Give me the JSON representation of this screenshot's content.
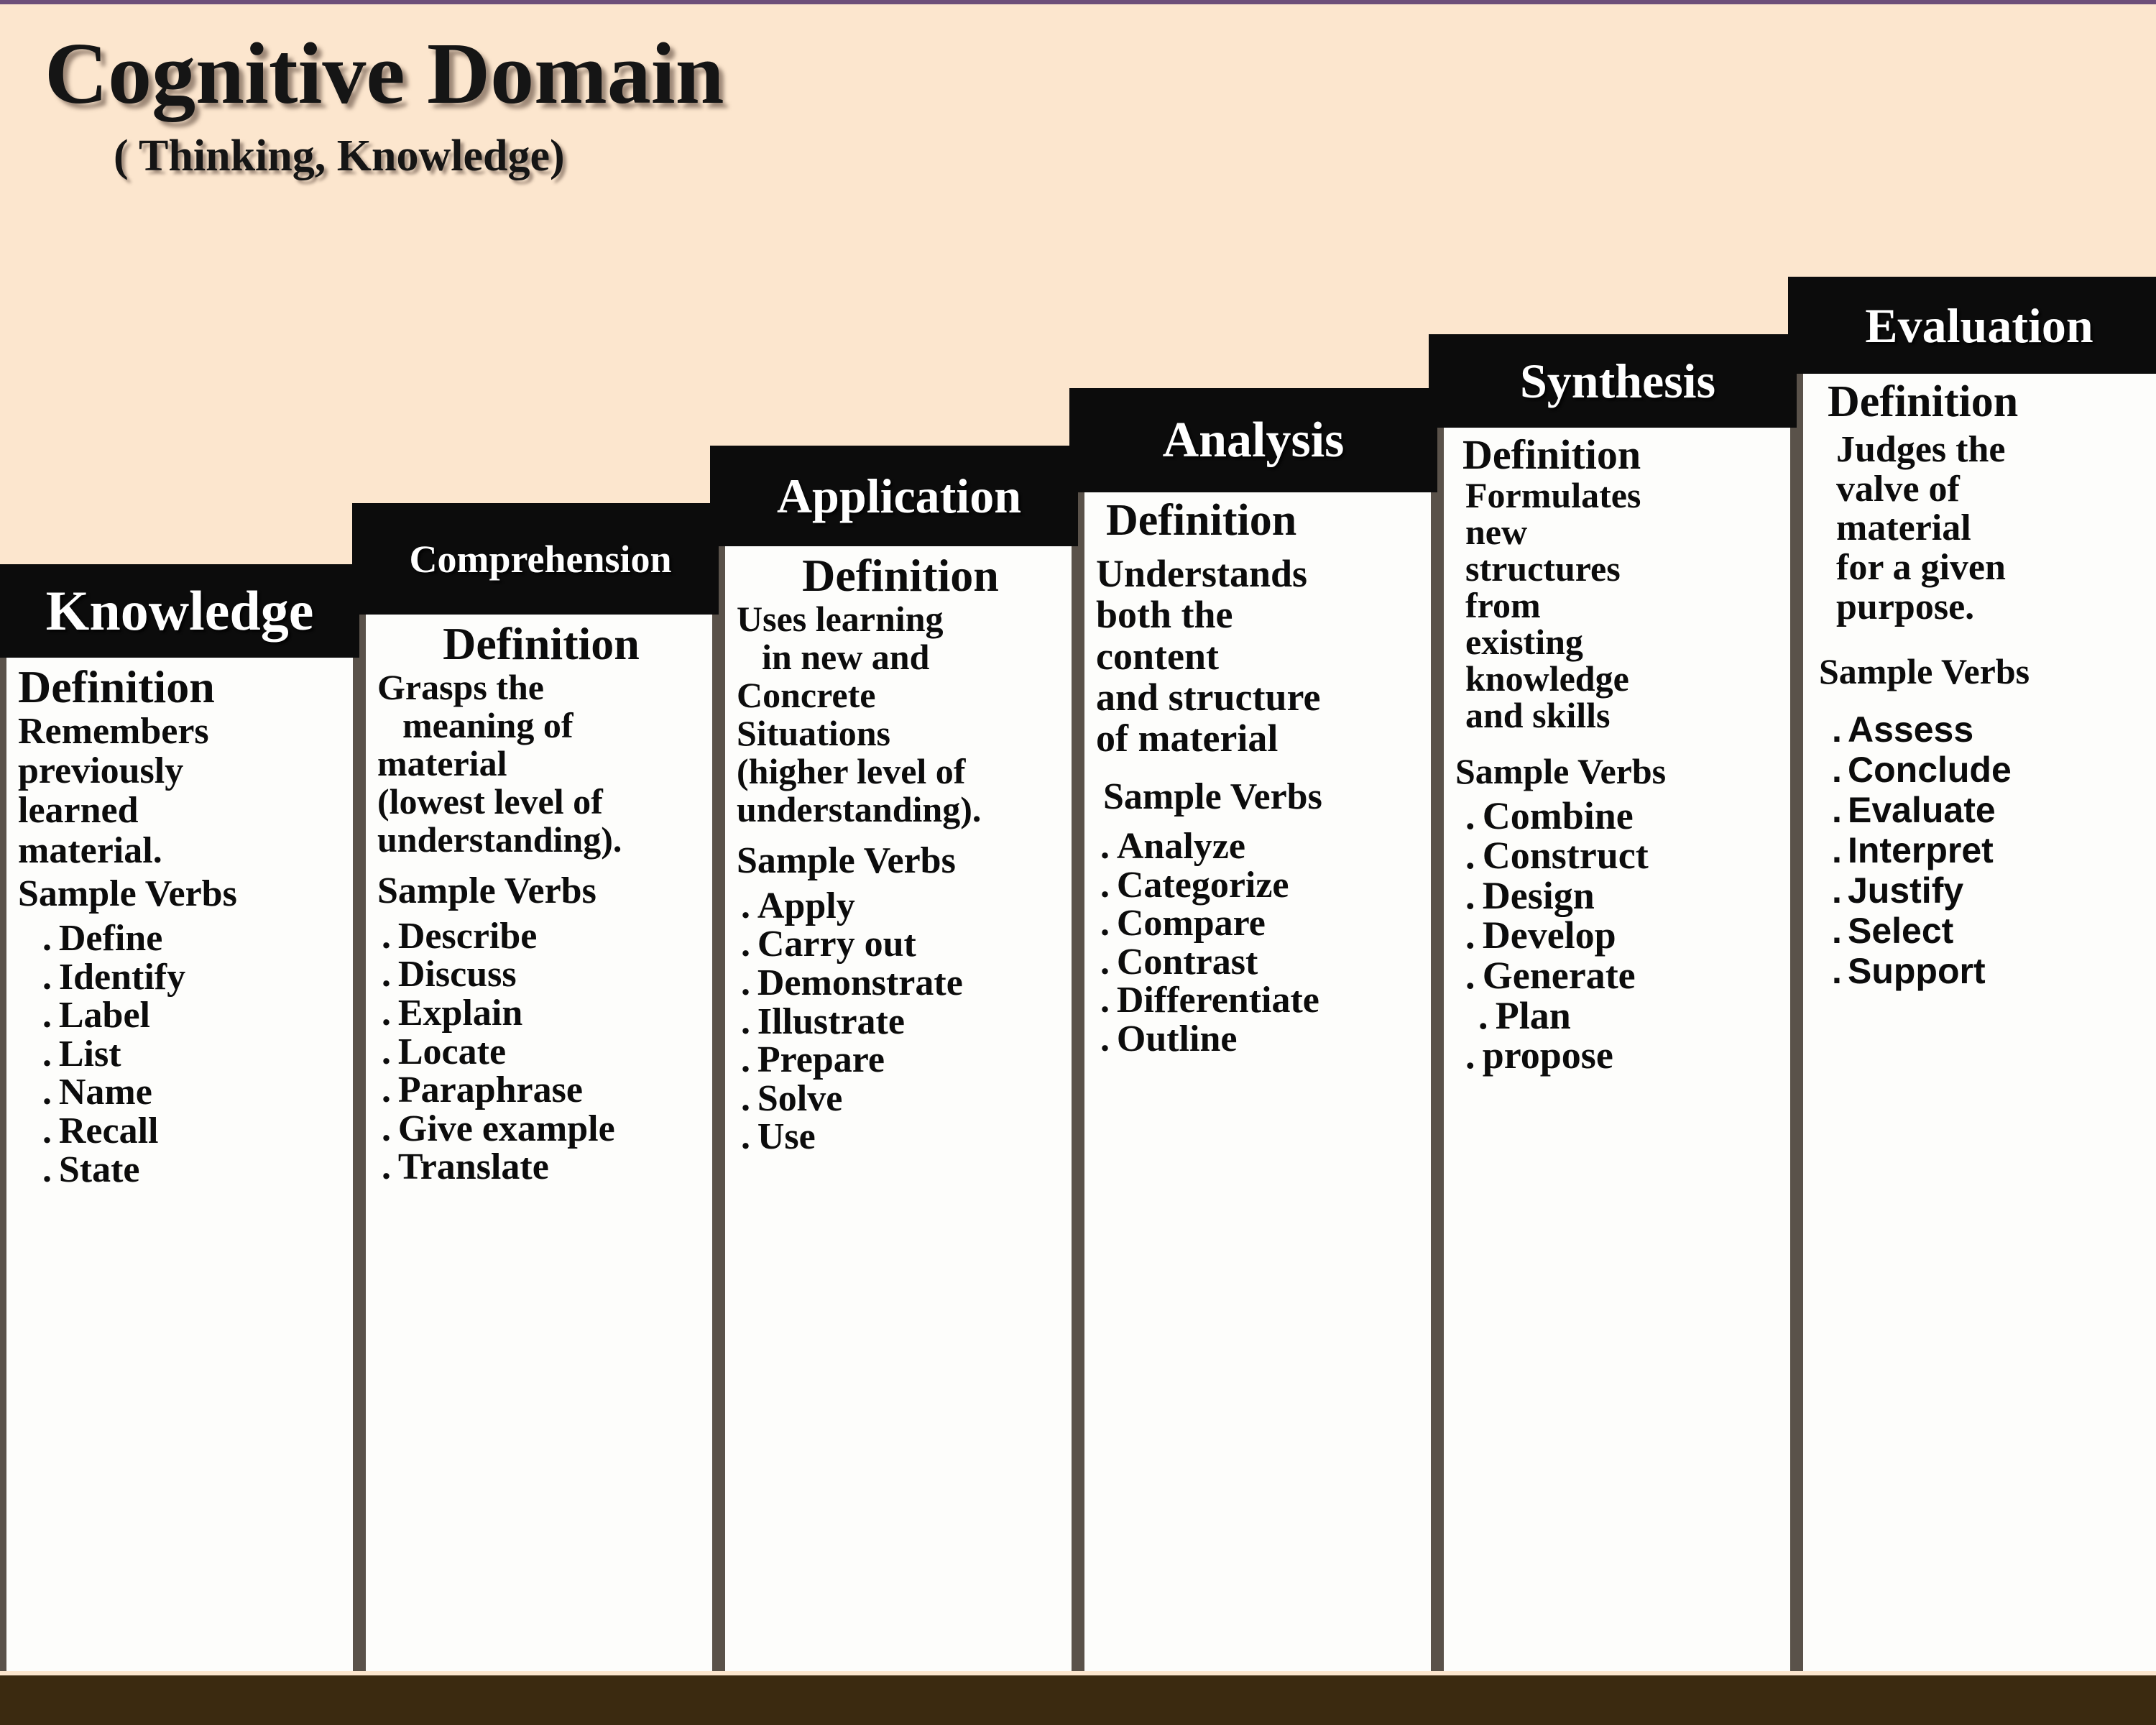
{
  "title": {
    "main": "Cognitive Domain",
    "sub": "( Thinking, Knowledge)"
  },
  "labels": {
    "definition_heading": "Definition",
    "sample_verbs_heading": "Sample Verbs"
  },
  "colors": {
    "background": "#fce6ce",
    "header_bar": "#0c0c0c",
    "panel": "#fdfdfb",
    "panel_border": "#5a524a",
    "base_bar": "#3b2a10",
    "top_rule": "#6d4f7a"
  },
  "chart_data": {
    "type": "diagram",
    "title": "Cognitive Domain ( Thinking, Knowledge)",
    "layout": "ascending staircase of six levels, left (lowest) to right (highest)",
    "levels": [
      {
        "order": 1,
        "name": "Knowledge",
        "definition_heading": "Definition",
        "definition_lines": [
          "Remembers",
          "previously",
          "learned",
          "material."
        ],
        "definition_text": "Remembers previously learned material.",
        "verbs_heading": "Sample Verbs",
        "verbs": [
          "Define",
          "Identify",
          "Label",
          "List",
          "Name",
          "Recall",
          "State"
        ]
      },
      {
        "order": 2,
        "name": "Comprehension",
        "definition_heading": "Definition",
        "definition_lines": [
          "Grasps the",
          "meaning of",
          "material",
          "(lowest level of",
          "understanding)."
        ],
        "definition_text": "Grasps the meaning of material (lowest level of understanding).",
        "verbs_heading": "Sample Verbs",
        "verbs": [
          "Describe",
          "Discuss",
          "Explain",
          "Locate",
          "Paraphrase",
          "Give example",
          "Translate"
        ]
      },
      {
        "order": 3,
        "name": "Application",
        "definition_heading": "Definition",
        "definition_lines": [
          "Uses learning",
          "in new and",
          "Concrete",
          "Situations",
          "(higher level of",
          "understanding)."
        ],
        "definition_text": "Uses learning in new and Concrete Situations (higher level of understanding).",
        "verbs_heading": "Sample Verbs",
        "verbs": [
          "Apply",
          "Carry out",
          "Demonstrate",
          "Illustrate",
          "Prepare",
          "Solve",
          "Use"
        ]
      },
      {
        "order": 4,
        "name": "Analysis",
        "definition_heading": "Definition",
        "definition_lines": [
          "Understands",
          "both the",
          "content",
          "and structure",
          "of material"
        ],
        "definition_text": "Understands both the content and structure of material",
        "verbs_heading": "Sample Verbs",
        "verbs": [
          "Analyze",
          "Categorize",
          "Compare",
          "Contrast",
          "Differentiate",
          "Outline"
        ]
      },
      {
        "order": 5,
        "name": "Synthesis",
        "definition_heading": "Definition",
        "definition_lines": [
          "Formulates",
          "new",
          "structures",
          "from",
          "existing",
          "knowledge",
          "and skills"
        ],
        "definition_text": "Formulates new structures from existing knowledge and skills",
        "verbs_heading": "Sample Verbs",
        "verbs": [
          "Combine",
          "Construct",
          "Design",
          "Develop",
          "Generate",
          "Plan",
          "propose"
        ]
      },
      {
        "order": 6,
        "name": "Evaluation",
        "definition_heading": "Definition",
        "definition_lines": [
          "Judges the",
          "valve of",
          "material",
          "for a given",
          "purpose."
        ],
        "definition_text": "Judges the valve of material for a given purpose.",
        "verbs_heading": "Sample Verbs",
        "verbs": [
          "Assess",
          "Conclude",
          "Evaluate",
          "Interpret",
          "Justify",
          "Select",
          "Support"
        ]
      }
    ]
  }
}
